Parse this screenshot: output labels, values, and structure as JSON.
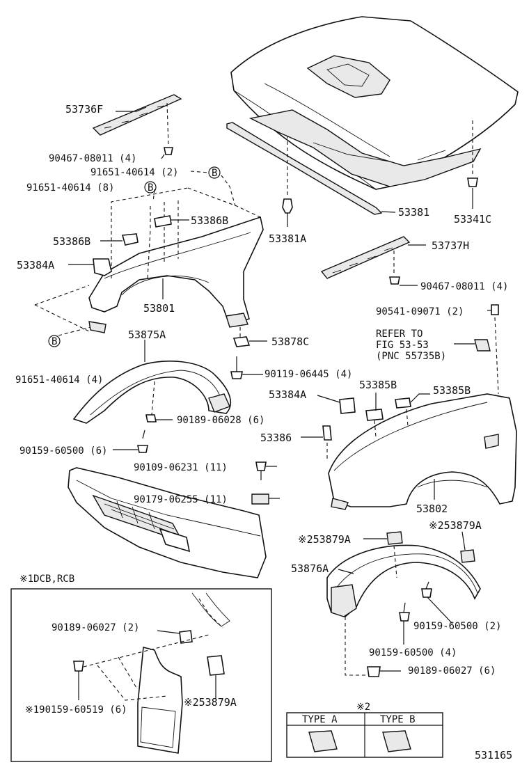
{
  "labels": {
    "p53736F": "53736F",
    "p90467_08011_a": "90467-08011 (4)",
    "p91651_40614_2": "91651-40614 (2)",
    "p91651_40614_8": "91651-40614 (8)",
    "p53386B_a": "53386B",
    "p53386B_b": "53386B",
    "p53384A_a": "53384A",
    "p53801": "53801",
    "p91651_40614_4": "91651-40614 (4)",
    "p53875A": "53875A",
    "p53381A": "53381A",
    "p53381": "53381",
    "p53341C": "53341C",
    "p53737H": "53737H",
    "p90467_08011_b": "90467-08011 (4)",
    "p90541_09071": "90541-09071 (2)",
    "refer1": "REFER TO",
    "refer2": "FIG 53-53",
    "refer3": "(PNC 55735B)",
    "p53878C": "53878C",
    "p90119_06445": "90119-06445 (4)",
    "p53385B_a": "53385B",
    "p53385B_b": "53385B",
    "p53384A_b": "53384A",
    "p53386": "53386",
    "p90189_06028": "90189-06028 (6)",
    "p90159_60500_6": "90159-60500 (6)",
    "p90109_06231": "90109-06231 (11)",
    "p90179_06255": "90179-06255 (11)",
    "p53802": "53802",
    "p53879A_r": "※253879A",
    "p53879A_m": "※253879A",
    "p53876A": "53876A",
    "p90159_60500_2": "90159-60500 (2)",
    "p90159_60500_4": "90159-60500 (4)",
    "p90189_06027_6": "90189-06027 (6)",
    "note1": "※1DCB,RCB",
    "p90189_06027_2": "90189-06027 (2)",
    "p90159_60519": "※190159-60519 (6)",
    "p53879A_b": "※253879A",
    "note2": "※2",
    "type_a": "TYPE  A",
    "type_b": "TYPE  B",
    "ref_b1": "B",
    "ref_b2": "B",
    "ref_b3": "B",
    "fig_no": "531165"
  }
}
